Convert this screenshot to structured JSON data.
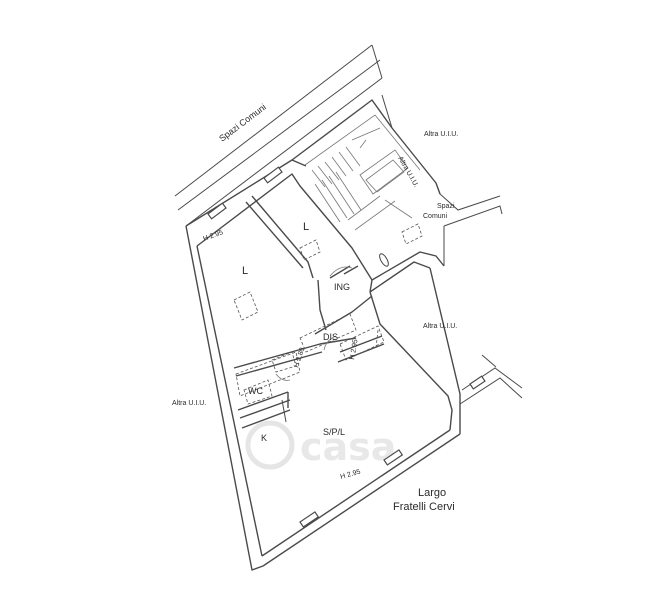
{
  "plan": {
    "surroundings": {
      "spazi_comuni_top": "Spazi Comuni",
      "altra_uiu_top_right": "Altra U.I.U.",
      "altra_uiu_stair": "Altra U.I.U.",
      "spazi_comuni_small_1": "Spazi",
      "spazi_comuni_small_2": "Comuni",
      "altra_uiu_right": "Altra U.I.U.",
      "altra_uiu_left": "Altra U.I.U.",
      "street_line1": "Largo",
      "street_line2": "Fratelli Cervi"
    },
    "rooms": {
      "living_left": "L",
      "living_right": "L",
      "entrance": "ING",
      "hallway": "DIS",
      "wc": "WC",
      "kitchen": "K",
      "storage": "S/P/L"
    },
    "heights": {
      "h_top_left": "H 2.95",
      "h_dis": "H 2.95",
      "h_wc": "H 2.80",
      "h_bottom": "H 2.95"
    },
    "watermark": "casa"
  }
}
